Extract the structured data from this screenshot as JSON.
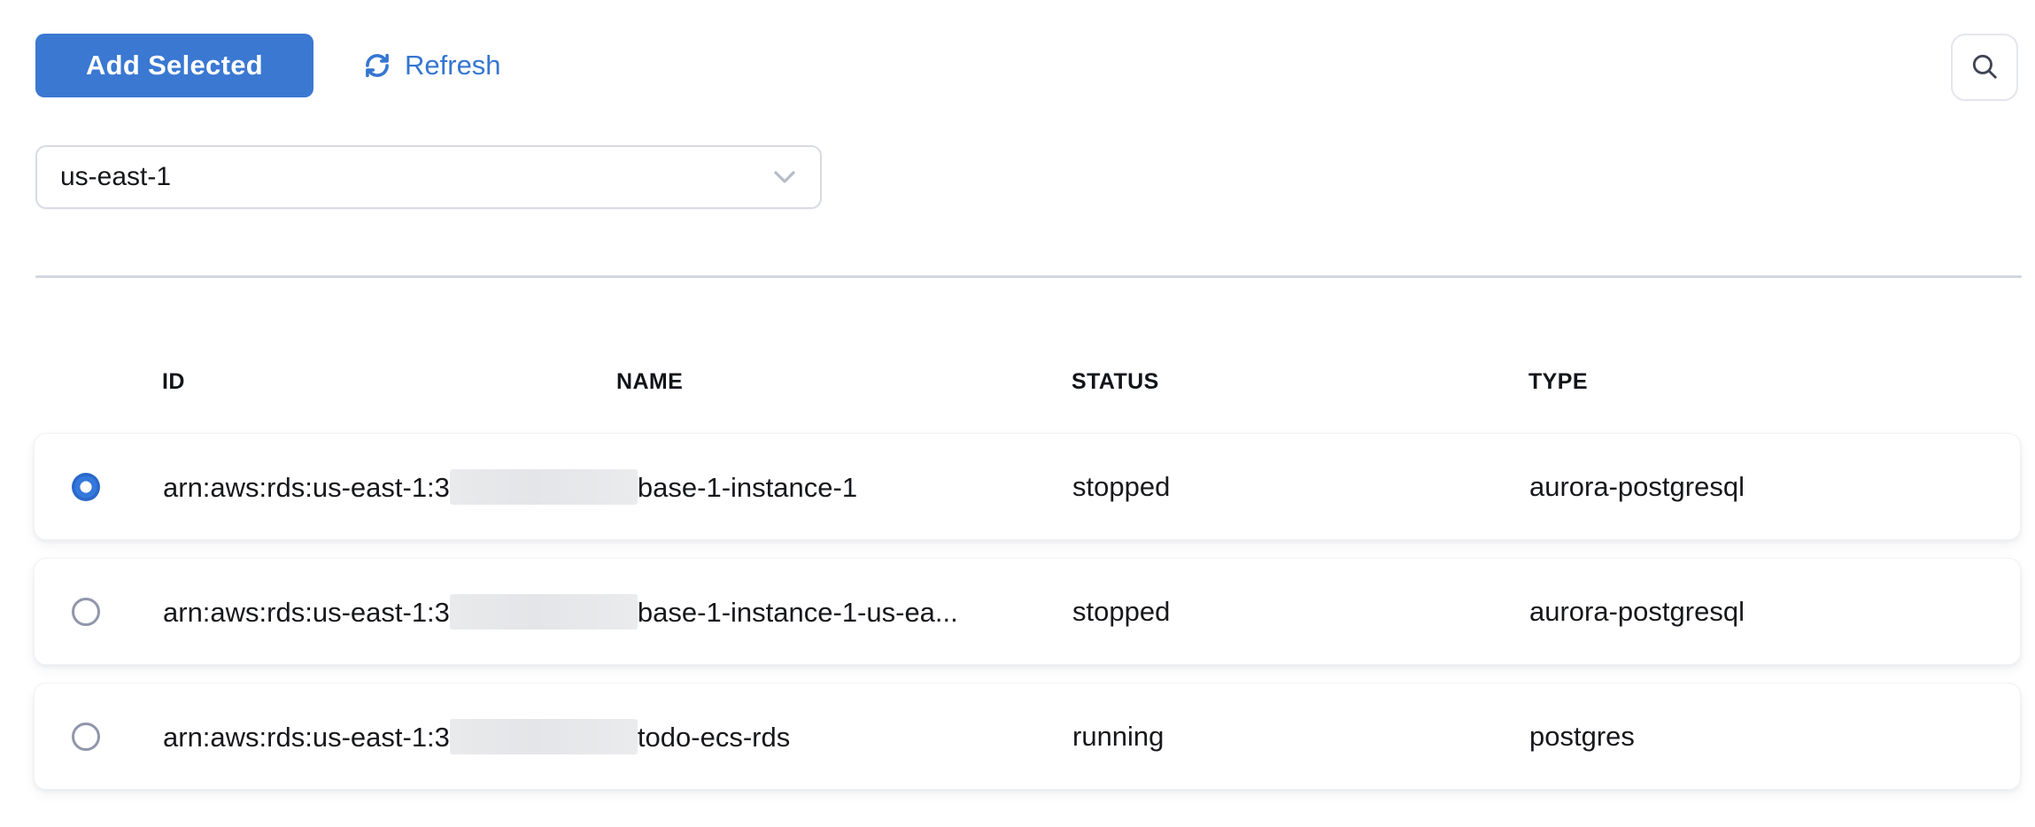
{
  "toolbar": {
    "add_selected_label": "Add Selected",
    "refresh_label": "Refresh"
  },
  "region_select": {
    "value": "us-east-1"
  },
  "table": {
    "columns": {
      "id": "ID",
      "name": "NAME",
      "status": "STATUS",
      "type": "TYPE"
    },
    "rows": [
      {
        "state": "checked",
        "id_prefix": "arn:aws:rds:us-east-1:3",
        "id_suffix": "base-1-instance-1",
        "name": "",
        "status": "stopped",
        "type": "aurora-postgresql"
      },
      {
        "state": "unchecked",
        "id_prefix": "arn:aws:rds:us-east-1:3",
        "id_suffix": "base-1-instance-1-us-ea...",
        "name": "",
        "status": "stopped",
        "type": "aurora-postgresql"
      },
      {
        "state": "unchecked",
        "id_prefix": "arn:aws:rds:us-east-1:3",
        "id_suffix": "todo-ecs-rds",
        "name": "",
        "status": "running",
        "type": "postgres"
      }
    ]
  },
  "colors": {
    "primary_blue": "#3a78d2",
    "link_blue": "#3576d2",
    "divider": "#d2d6e0",
    "header_text": "#111418",
    "row_text": "#17181b",
    "radio_checked_blue": "#3478dc",
    "radio_unchecked_border": "#9096aa",
    "redaction_bg": "#e8e9eb",
    "search_icon": "#3f4454"
  },
  "icons": {
    "refresh": "refresh-circular-arrows",
    "search": "magnifier",
    "select_chevron": "chevron-down"
  }
}
